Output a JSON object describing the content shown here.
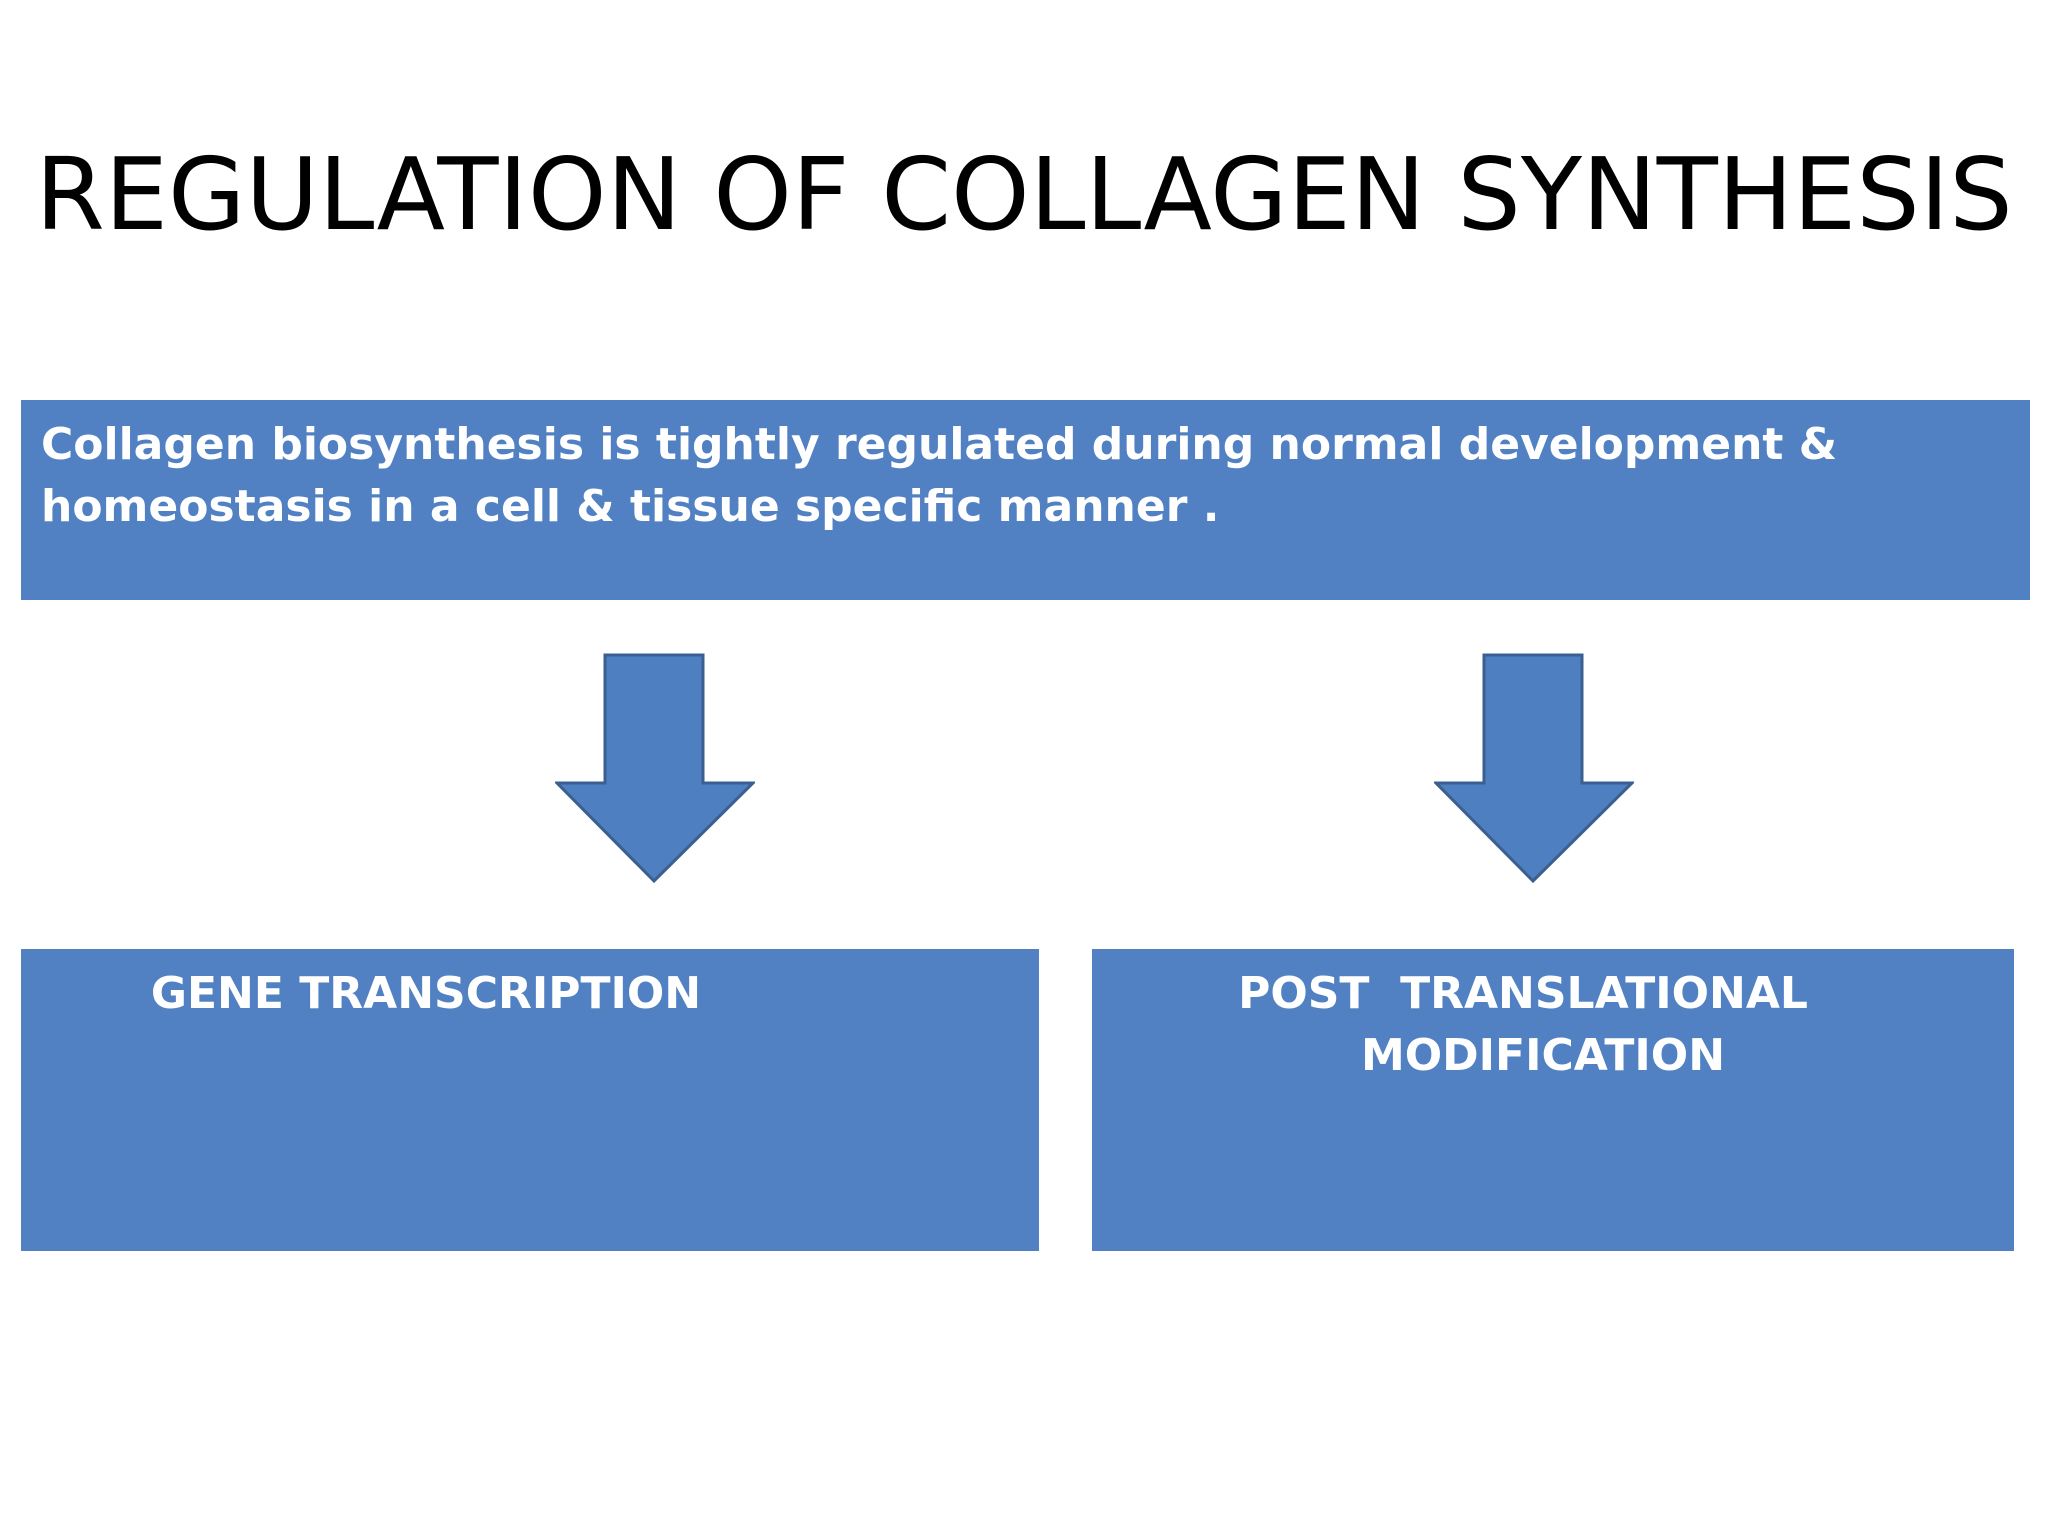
{
  "slide": {
    "title": "REGULATION OF COLLAGEN SYNTHESIS",
    "intro_text": "Collagen biosynthesis is tightly regulated during normal development & homeostasis in a cell & tissue specific manner .",
    "branches": [
      {
        "label": "GENE TRANSCRIPTION"
      },
      {
        "label_line1": "POST  TRANSLATIONAL",
        "label_line2": "MODIFICATION"
      }
    ]
  },
  "colors": {
    "box_fill": "#5181c2",
    "arrow_fill": "#4e7fc0",
    "arrow_stroke": "#3a5f90",
    "text_on_box": "#ffffff",
    "title_text": "#000000"
  },
  "icons": [
    "down-arrow-icon",
    "down-arrow-icon"
  ]
}
